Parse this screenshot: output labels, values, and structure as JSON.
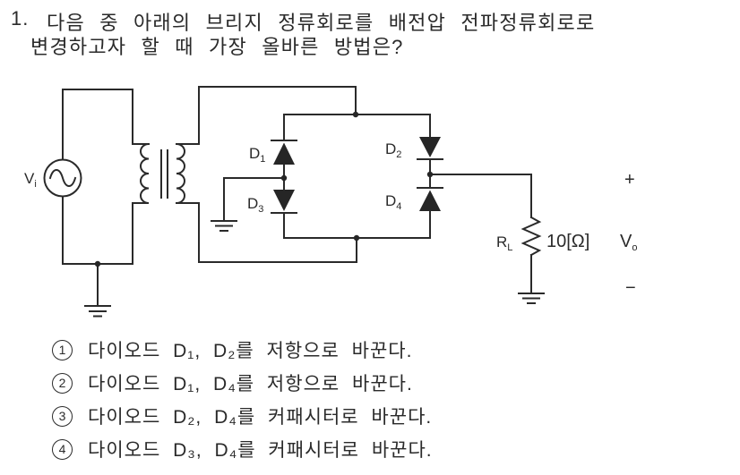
{
  "question": {
    "number": "1.",
    "line1": "다음 중 아래의 브리지 정류회로를 배전압 전파정류회로로",
    "line2": "변경하고자 할 때 가장 올바른 방법은?"
  },
  "circuit": {
    "labels": {
      "source": {
        "main": "V",
        "sub": "i"
      },
      "d1": {
        "main": "D",
        "sub": "1"
      },
      "d2": {
        "main": "D",
        "sub": "2"
      },
      "d3": {
        "main": "D",
        "sub": "3"
      },
      "d4": {
        "main": "D",
        "sub": "4"
      },
      "load": {
        "main": "R",
        "sub": "L"
      },
      "load_value": "10[Ω]",
      "output": {
        "main": "V",
        "sub": "o"
      },
      "plus": "+",
      "minus": "−"
    }
  },
  "options": [
    {
      "num": "1",
      "text": "다이오드 D₁, D₂를 저항으로 바꾼다."
    },
    {
      "num": "2",
      "text": "다이오드 D₁, D₄를 저항으로 바꾼다."
    },
    {
      "num": "3",
      "text": "다이오드 D₂, D₄를 커패시터로 바꾼다."
    },
    {
      "num": "4",
      "text": "다이오드 D₃, D₄를 커패시터로 바꾼다."
    }
  ],
  "colors": {
    "ink": "#2b2b2b",
    "background": "#ffffff"
  }
}
